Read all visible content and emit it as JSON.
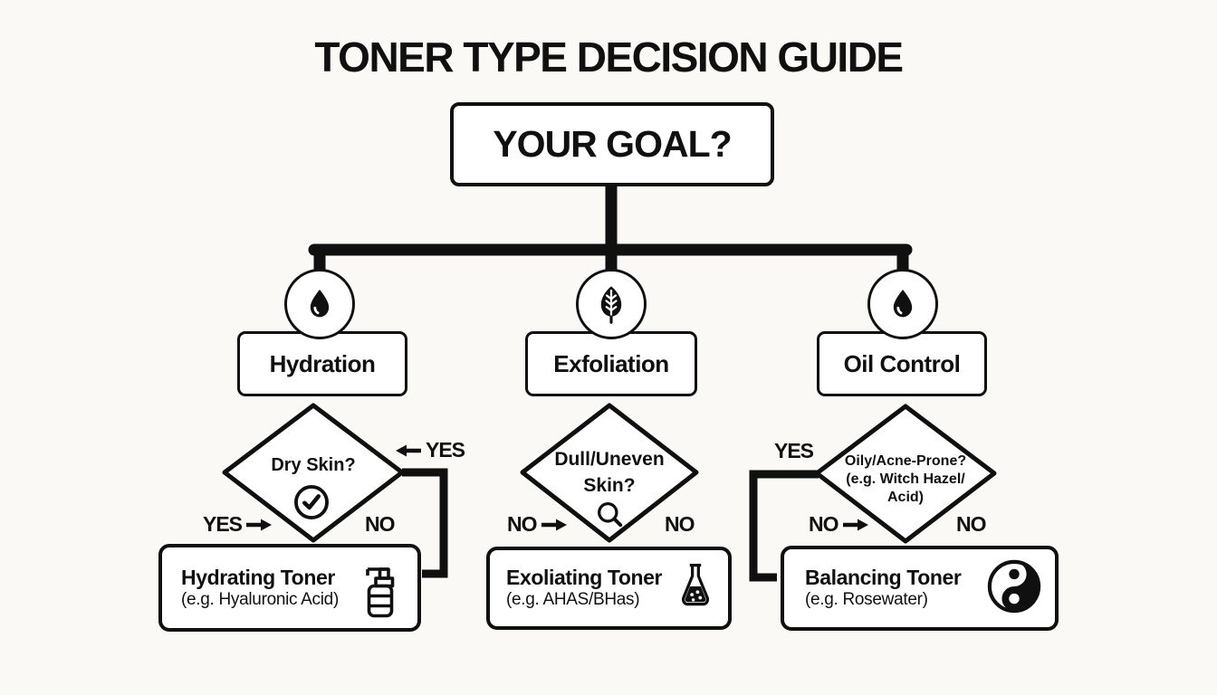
{
  "title": "TONER TYPE DECISION GUIDE",
  "root": {
    "label": "YOUR GOAL?"
  },
  "colors": {
    "ink": "#101010",
    "paper": "#faf9f6",
    "box_fill": "#ffffff"
  },
  "branches": [
    {
      "label": "Hydration",
      "circle_icon": "water-drop-icon",
      "question": [
        "Dry Skin?"
      ],
      "decision_icon": "check-circle-icon",
      "yes_return_label": "YES",
      "yes_label": "YES",
      "no_label": "NO",
      "result": {
        "title": "Hydrating Toner",
        "subtitle": "(e.g. Hyaluronic Acid)",
        "icon": "pump-bottle-icon"
      }
    },
    {
      "label": "Exfoliation",
      "circle_icon": "leaf-icon",
      "question": [
        "Dull/Uneven",
        "Skin?"
      ],
      "decision_icon": "magnifier-icon",
      "left_label": "NO",
      "right_label": "NO",
      "result": {
        "title": "Exoliating Toner",
        "subtitle": "(e.g. AHAS/BHas)",
        "icon": "flask-icon"
      }
    },
    {
      "label": "Oil Control",
      "circle_icon": "oil-drop-icon",
      "question": [
        "Oily/Acne-Prone?",
        "(e.g. Witch Hazel/",
        "Acid)"
      ],
      "yes_label": "YES",
      "left_label": "NO",
      "right_label": "NO",
      "result": {
        "title": "Balancing Toner",
        "subtitle": "(e.g. Rosewater)",
        "icon": "yin-yang-icon"
      }
    }
  ]
}
